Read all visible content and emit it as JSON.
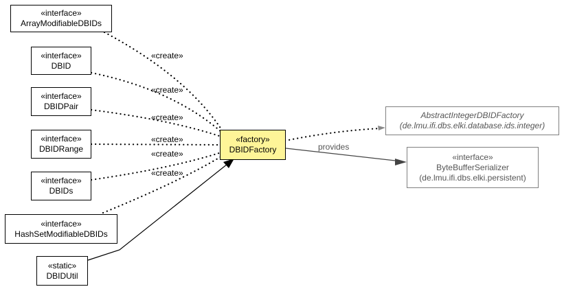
{
  "nodes": {
    "array_modifiable": {
      "stereotype": "«interface»",
      "name": "ArrayModifiableDBIDs"
    },
    "dbid": {
      "stereotype": "«interface»",
      "name": "DBID"
    },
    "dbid_pair": {
      "stereotype": "«interface»",
      "name": "DBIDPair"
    },
    "dbid_range": {
      "stereotype": "«interface»",
      "name": "DBIDRange"
    },
    "dbids": {
      "stereotype": "«interface»",
      "name": "DBIDs"
    },
    "hashset_modifiable": {
      "stereotype": "«interface»",
      "name": "HashSetModifiableDBIDs"
    },
    "dbid_util": {
      "stereotype": "«static»",
      "name": "DBIDUtil"
    },
    "dbid_factory": {
      "stereotype": "«factory»",
      "name": "DBIDFactory"
    },
    "abstract_integer_factory": {
      "name": "AbstractIntegerDBIDFactory",
      "package": "(de.lmu.ifi.dbs.elki.database.ids.integer)"
    },
    "byte_buffer_serializer": {
      "stereotype": "«interface»",
      "name": "ByteBufferSerializer",
      "package": "(de.lmu.ifi.dbs.elki.persistent)"
    }
  },
  "edges": {
    "create_label": "«create»",
    "provides_label": "provides"
  },
  "colors": {
    "factory_fill": "#fef598",
    "gray_border": "#7f7f7f",
    "gray_text": "#555555"
  }
}
